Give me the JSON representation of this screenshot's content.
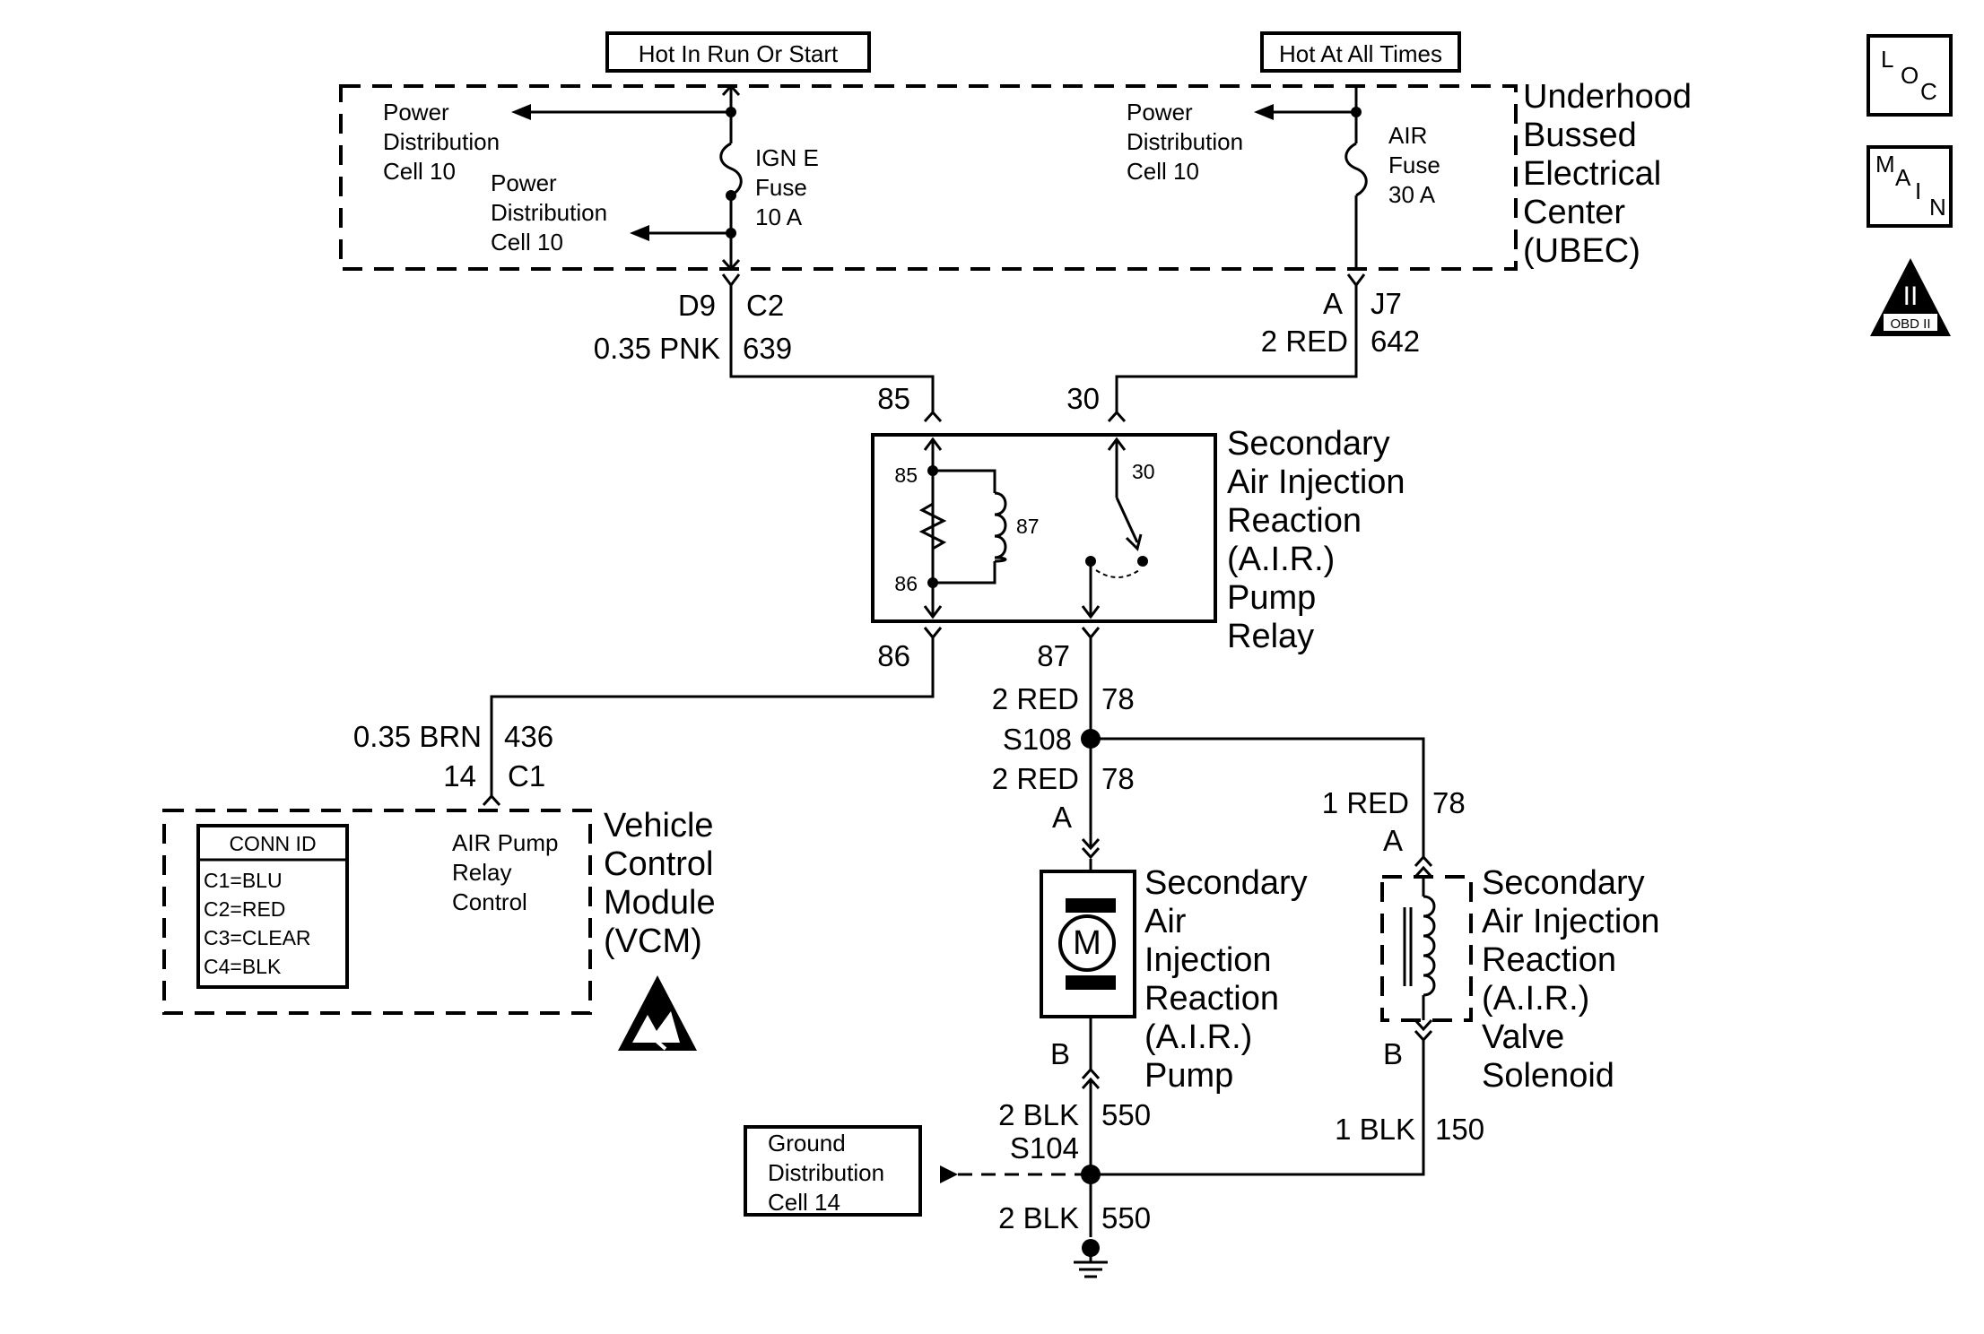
{
  "sources": {
    "hot_run_start": "Hot In Run Or Start",
    "hot_all_times": "Hot At All Times"
  },
  "ubec": {
    "name_lines": [
      "Underhood",
      "Bussed",
      "Electrical",
      "Center",
      "(UBEC)"
    ],
    "ign_fuse": [
      "IGN E",
      "Fuse",
      "10 A"
    ],
    "air_fuse": [
      "AIR",
      "Fuse",
      "30 A"
    ],
    "power_dist_left_top": [
      "Power",
      "Distribution",
      "Cell 10"
    ],
    "power_dist_left_bottom": [
      "Power",
      "Distribution",
      "Cell 10"
    ],
    "power_dist_right": [
      "Power",
      "Distribution",
      "Cell 10"
    ]
  },
  "wires": {
    "ign_pin": "D9",
    "ign_conn": "C2",
    "ign_wire": "0.35 PNK",
    "ign_circuit": "639",
    "air_pin": "A",
    "air_conn": "J7",
    "air_wire": "2 RED",
    "air_circuit": "642",
    "brn_wire": "0.35 BRN",
    "brn_circuit": "436",
    "vcm_pin": "14",
    "vcm_conn": "C1",
    "red78_upper_wire": "2 RED",
    "red78_upper_circuit": "78",
    "splice_s108": "S108",
    "red78_lower_wire": "2 RED",
    "red78_lower_circuit": "78",
    "pump_pin_a": "A",
    "pump_pin_b": "B",
    "sol_wire": "1 RED",
    "sol_circuit": "78",
    "sol_pin_a": "A",
    "sol_pin_b": "B",
    "blk_upper_wire": "2 BLK",
    "blk_upper_circuit": "550",
    "splice_s104": "S104",
    "sol_gnd_wire": "1 BLK",
    "sol_gnd_circuit": "150",
    "blk_lower_wire": "2 BLK",
    "blk_lower_circuit": "550"
  },
  "relay": {
    "pin_85": "85",
    "pin_30": "30",
    "pin_86": "86",
    "pin_87": "87",
    "inner_85": "85",
    "inner_86": "86",
    "inner_87": "87",
    "inner_30": "30",
    "name_lines": [
      "Secondary",
      "Air Injection",
      "Reaction",
      "(A.I.R.)",
      "Pump",
      "Relay"
    ]
  },
  "vcm": {
    "conn_id_title": "CONN ID",
    "conn_ids": [
      "C1=BLU",
      "C2=RED",
      "C3=CLEAR",
      "C4=BLK"
    ],
    "control_label": [
      "AIR Pump",
      "Relay",
      "Control"
    ],
    "name_lines": [
      "Vehicle",
      "Control",
      "Module",
      "(VCM)"
    ]
  },
  "pump": {
    "motor_symbol": "M",
    "name_lines": [
      "Secondary",
      "Air",
      "Injection",
      "Reaction",
      "(A.I.R.)",
      "Pump"
    ]
  },
  "solenoid": {
    "name_lines": [
      "Secondary",
      "Air Injection",
      "Reaction",
      "(A.I.R.)",
      "Valve",
      "Solenoid"
    ]
  },
  "ground_dist": [
    "Ground",
    "Distribution",
    "Cell 14"
  ],
  "badges": {
    "loc": [
      "L",
      "O",
      "C"
    ],
    "main": [
      "M",
      "A",
      "I",
      "N"
    ],
    "obd_numeral": "II",
    "obd_label": "OBD II"
  }
}
